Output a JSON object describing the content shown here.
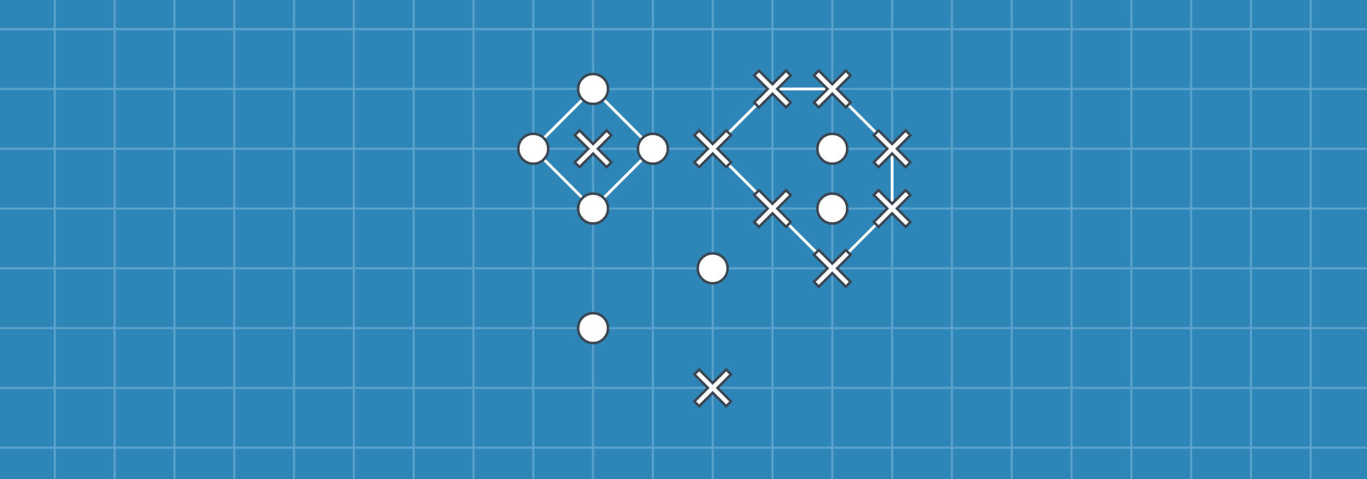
{
  "board": {
    "background_color": "#2e86b8",
    "grid_line_color": "#5ba2cc",
    "link_color": "#ffffff",
    "piece_fill": "#ffffff",
    "piece_outline": "#3a4652",
    "grid_columns": 22,
    "grid_rows": 8,
    "pieces": [
      {
        "type": "circle",
        "col": 9,
        "row": 1
      },
      {
        "type": "circle",
        "col": 8,
        "row": 2
      },
      {
        "type": "cross",
        "col": 9,
        "row": 2
      },
      {
        "type": "circle",
        "col": 10,
        "row": 2
      },
      {
        "type": "circle",
        "col": 9,
        "row": 3
      },
      {
        "type": "circle",
        "col": 11,
        "row": 4
      },
      {
        "type": "circle",
        "col": 9,
        "row": 5
      },
      {
        "type": "cross",
        "col": 11,
        "row": 6
      },
      {
        "type": "cross",
        "col": 12,
        "row": 1
      },
      {
        "type": "cross",
        "col": 13,
        "row": 1
      },
      {
        "type": "cross",
        "col": 11,
        "row": 2
      },
      {
        "type": "circle",
        "col": 13,
        "row": 2
      },
      {
        "type": "cross",
        "col": 14,
        "row": 2
      },
      {
        "type": "cross",
        "col": 12,
        "row": 3
      },
      {
        "type": "circle",
        "col": 13,
        "row": 3
      },
      {
        "type": "cross",
        "col": 14,
        "row": 3
      },
      {
        "type": "cross",
        "col": 13,
        "row": 4
      }
    ],
    "links": [
      {
        "from": [
          9,
          1
        ],
        "to": [
          8,
          2
        ]
      },
      {
        "from": [
          9,
          1
        ],
        "to": [
          10,
          2
        ]
      },
      {
        "from": [
          8,
          2
        ],
        "to": [
          9,
          3
        ]
      },
      {
        "from": [
          10,
          2
        ],
        "to": [
          9,
          3
        ]
      },
      {
        "from": [
          12,
          1
        ],
        "to": [
          13,
          1
        ]
      },
      {
        "from": [
          12,
          1
        ],
        "to": [
          11,
          2
        ]
      },
      {
        "from": [
          13,
          1
        ],
        "to": [
          14,
          2
        ]
      },
      {
        "from": [
          11,
          2
        ],
        "to": [
          12,
          3
        ]
      },
      {
        "from": [
          14,
          2
        ],
        "to": [
          14,
          3
        ]
      },
      {
        "from": [
          12,
          3
        ],
        "to": [
          13,
          4
        ]
      },
      {
        "from": [
          14,
          3
        ],
        "to": [
          13,
          4
        ]
      }
    ]
  }
}
